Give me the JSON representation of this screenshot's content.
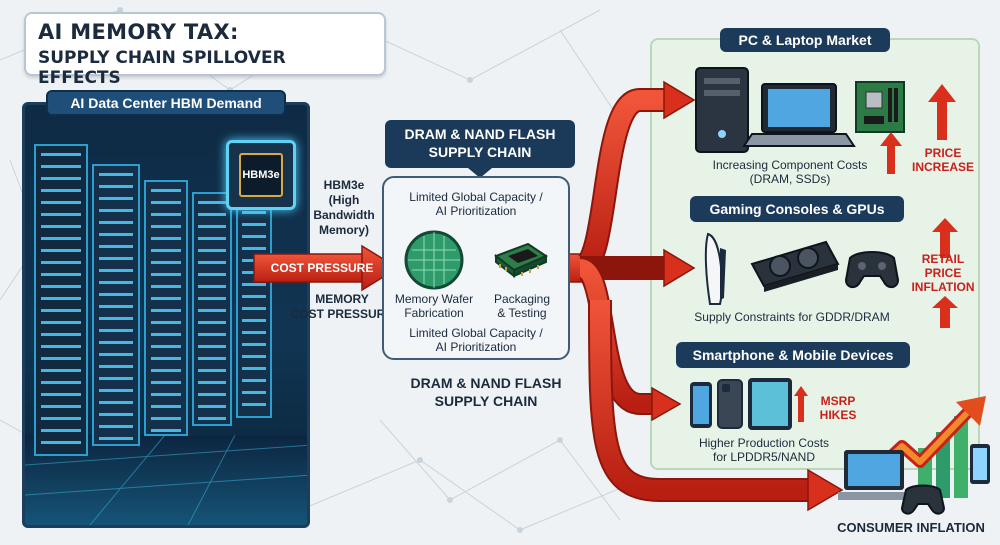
{
  "title": {
    "line1": "AI MEMORY TAX:",
    "line2": "SUPPLY CHAIN SPILLOVER EFFECTS"
  },
  "data_center": {
    "header": "AI Data Center HBM Demand",
    "chip_label": "HBM3e",
    "hbm_note": "HBM3e (High Bandwidth Memory)",
    "cost_pressure_arrow": "COST PRESSURE",
    "memory_note_line1": "MEMORY",
    "memory_note_line2": "COST PRESSURE"
  },
  "supply_chain": {
    "header_line1": "DRAM & NAND FLASH",
    "header_line2": "SUPPLY CHAIN",
    "capacity_top_line1": "Limited Global Capacity /",
    "capacity_top_line2": "AI Prioritization",
    "wafer_line1": "Memory Wafer",
    "wafer_line2": "Fabrication",
    "packaging_line1": "Packaging",
    "packaging_line2": "& Testing",
    "capacity_bottom_line1": "Limited Global Capacity /",
    "capacity_bottom_line2": "AI Prioritization",
    "footer_line1": "DRAM & NAND FLASH",
    "footer_line2": "SUPPLY CHAIN"
  },
  "markets": {
    "pc": {
      "header": "PC & Laptop Market",
      "caption_line1": "Increasing Component Costs",
      "caption_line2": "(DRAM, SSDs)",
      "effect_line1": "PRICE",
      "effect_line2": "INCREASE"
    },
    "gaming": {
      "header": "Gaming Consoles & GPUs",
      "caption": "Supply Constraints for GDDR/DRAM",
      "effect_line1": "RETAIL",
      "effect_line2": "PRICE",
      "effect_line3": "INFLATION"
    },
    "phone": {
      "header": "Smartphone & Mobile Devices",
      "caption_line1": "Higher Production Costs",
      "caption_line2": "for LPDDR5/NAND",
      "effect_line1": "MSRP",
      "effect_line2": "HIKES"
    }
  },
  "consumer": {
    "label": "CONSUMER INFLATION"
  },
  "colors": {
    "arrow_red": "#d9301e",
    "navy": "#1c3b5b",
    "glow_cyan": "#4fd0ff",
    "panel_green": "#e8f3e8"
  }
}
